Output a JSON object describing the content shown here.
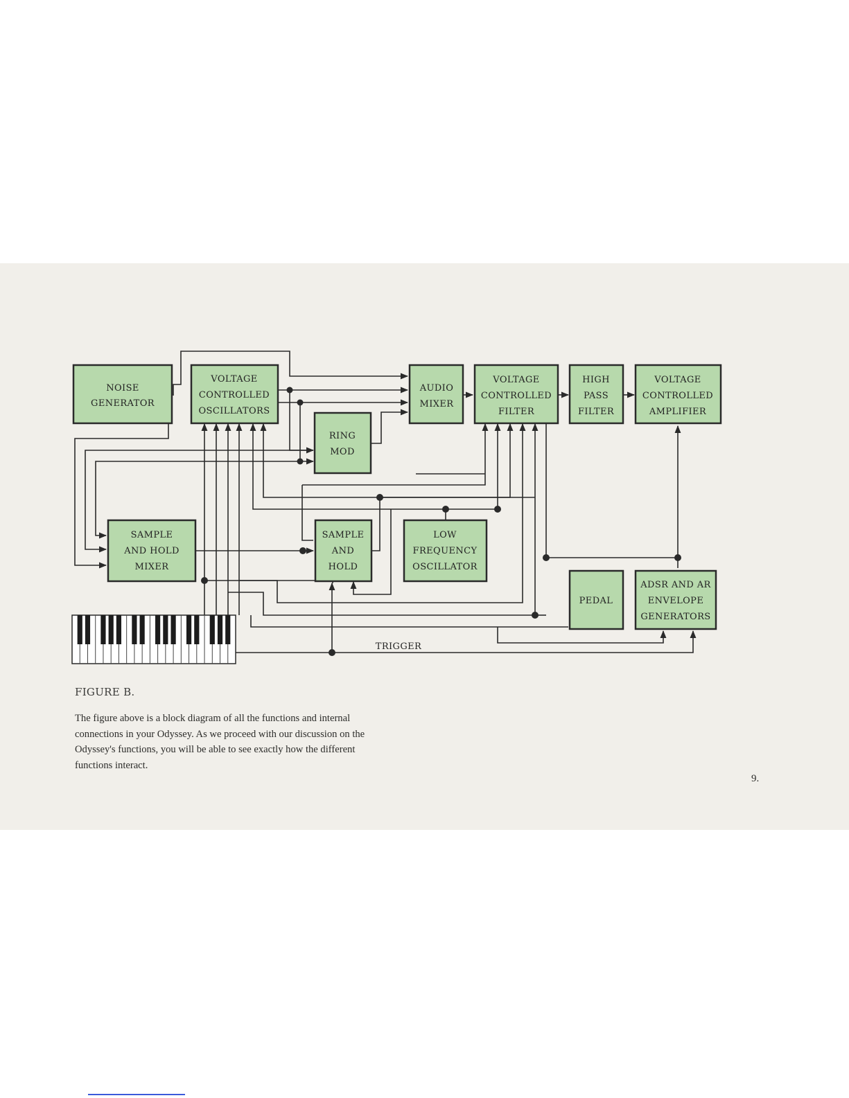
{
  "figure": {
    "blocks": [
      {
        "id": "noise",
        "lines": [
          "NOISE",
          "GENERATOR"
        ]
      },
      {
        "id": "vco",
        "lines": [
          "VOLTAGE",
          "CONTROLLED",
          "OSCILLATORS"
        ]
      },
      {
        "id": "mixer",
        "lines": [
          "AUDIO",
          "MIXER"
        ]
      },
      {
        "id": "vcf",
        "lines": [
          "VOLTAGE",
          "CONTROLLED",
          "FILTER"
        ]
      },
      {
        "id": "hpf",
        "lines": [
          "HIGH",
          "PASS",
          "FILTER"
        ]
      },
      {
        "id": "vca",
        "lines": [
          "VOLTAGE",
          "CONTROLLED",
          "AMPLIFIER"
        ]
      },
      {
        "id": "ring",
        "lines": [
          "RING",
          "MOD"
        ]
      },
      {
        "id": "shmix",
        "lines": [
          "SAMPLE",
          "AND HOLD",
          "MIXER"
        ]
      },
      {
        "id": "sh",
        "lines": [
          "SAMPLE",
          "AND",
          "HOLD"
        ]
      },
      {
        "id": "lfo",
        "lines": [
          "LOW",
          "FREQUENCY",
          "OSCILLATOR"
        ]
      },
      {
        "id": "pedal",
        "lines": [
          "PEDAL"
        ]
      },
      {
        "id": "adsr",
        "lines": [
          "ADSR AND AR",
          "ENVELOPE",
          "GENERATORS"
        ]
      }
    ],
    "trigger_label": "TRIGGER",
    "colors": {
      "block_fill": "#b7d9ac",
      "line": "#2a2a2a",
      "paper": "#f1efea"
    }
  },
  "caption": {
    "label": "FIGURE B.",
    "text": "The figure above is a block diagram of all the functions and internal connections in your Odyssey. As we proceed with our discussion on the Odyssey's functions, you will be able to see exactly how the different functions interact."
  },
  "page_number": "9."
}
